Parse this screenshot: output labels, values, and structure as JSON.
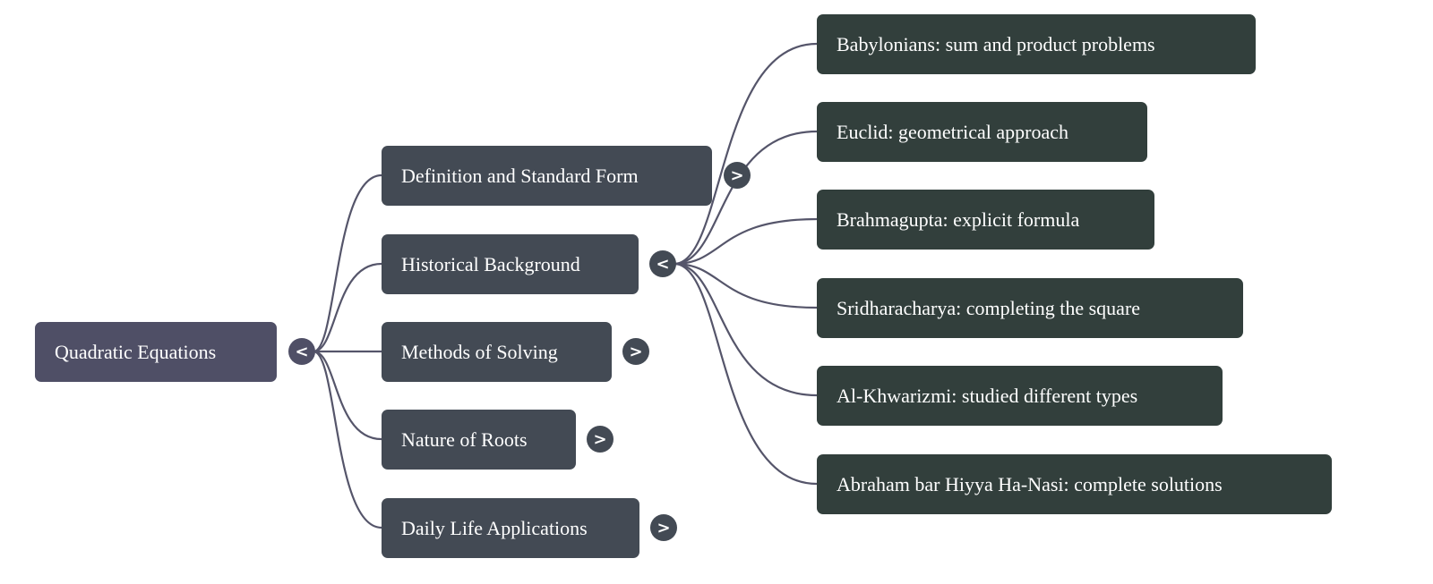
{
  "root": {
    "label": "Quadratic Equations",
    "toggle": "<"
  },
  "branches": [
    {
      "label": "Definition and Standard Form",
      "toggle": ">"
    },
    {
      "label": "Historical Background",
      "toggle": "<"
    },
    {
      "label": "Methods of Solving",
      "toggle": ">"
    },
    {
      "label": "Nature of Roots",
      "toggle": ">"
    },
    {
      "label": "Daily Life Applications",
      "toggle": ">"
    }
  ],
  "history_children": [
    {
      "label": "Babylonians: sum and product problems"
    },
    {
      "label": "Euclid: geometrical approach"
    },
    {
      "label": "Brahmagupta: explicit formula"
    },
    {
      "label": "Sridharacharya: completing the square"
    },
    {
      "label": "Al-Khwarizmi: studied different types"
    },
    {
      "label": "Abraham bar Hiyya Ha-Nasi: complete solutions"
    }
  ],
  "colors": {
    "root": "#4f4f66",
    "branch": "#434a54",
    "leaf": "#323f3c",
    "edge": "#55556a"
  }
}
